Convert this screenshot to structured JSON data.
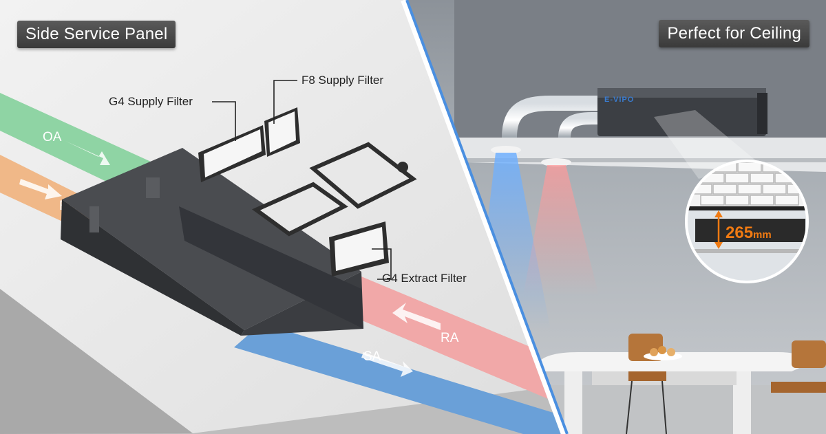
{
  "labels": {
    "left_title": "Side Service Panel",
    "right_title": "Perfect for Ceiling"
  },
  "callouts": {
    "g4_supply": "G4 Supply Filter",
    "f8_supply": "F8 Supply Filter",
    "g4_extract": "G4 Extract Filter"
  },
  "ducts": {
    "oa": "OA",
    "ea": "EA",
    "ra": "RA",
    "sa": "SA"
  },
  "dimension": {
    "value": "265",
    "unit": "mm"
  },
  "brand": "E-VIPO",
  "colors": {
    "oa_duct": "#8fd4a4",
    "ea_duct": "#f0b888",
    "ra_duct": "#f1a8a8",
    "sa_duct": "#6aa0d8",
    "divider": "#4a8fe0",
    "dimension_accent": "#f07a12"
  }
}
